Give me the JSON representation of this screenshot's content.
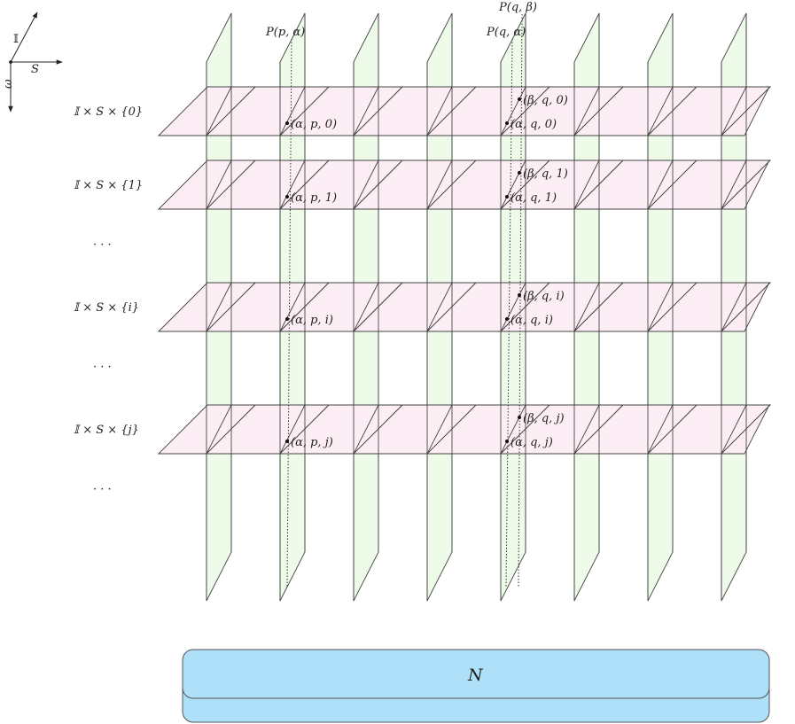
{
  "axes": {
    "up_label": "𝕀",
    "right_label": "S",
    "down_label": "ω"
  },
  "row_labels": [
    {
      "text": "𝕀 × S × {0}"
    },
    {
      "text": "𝕀 × S × {1}"
    },
    {
      "text": "· · ·"
    },
    {
      "text": "𝕀 × S × {i}"
    },
    {
      "text": "· · ·"
    },
    {
      "text": "𝕀 × S × {j}"
    },
    {
      "text": "· · ·"
    }
  ],
  "fiber_labels": {
    "p_alpha": "P(p, α)",
    "q_alpha": "P(q, α)",
    "q_beta": "P(q, β)"
  },
  "points": {
    "alpha_p": [
      "(α, p, 0)",
      "(α, p, 1)",
      "(α, p, i)",
      "(α, p, j)"
    ],
    "alpha_q": [
      "(α, q, 0)",
      "(α, q, 1)",
      "(α, q, i)",
      "(α, q, j)"
    ],
    "beta_q": [
      "(β, q, 0)",
      "(β, q, 1)",
      "(β, q, i)",
      "(β, q, j)"
    ]
  },
  "base": {
    "label": "N",
    "fill_color": "#aee0fa",
    "stroke_color": "#555555"
  },
  "colors": {
    "horizontal_sheet": "#fdeef5",
    "vertical_sheet": "#eefbe9"
  }
}
